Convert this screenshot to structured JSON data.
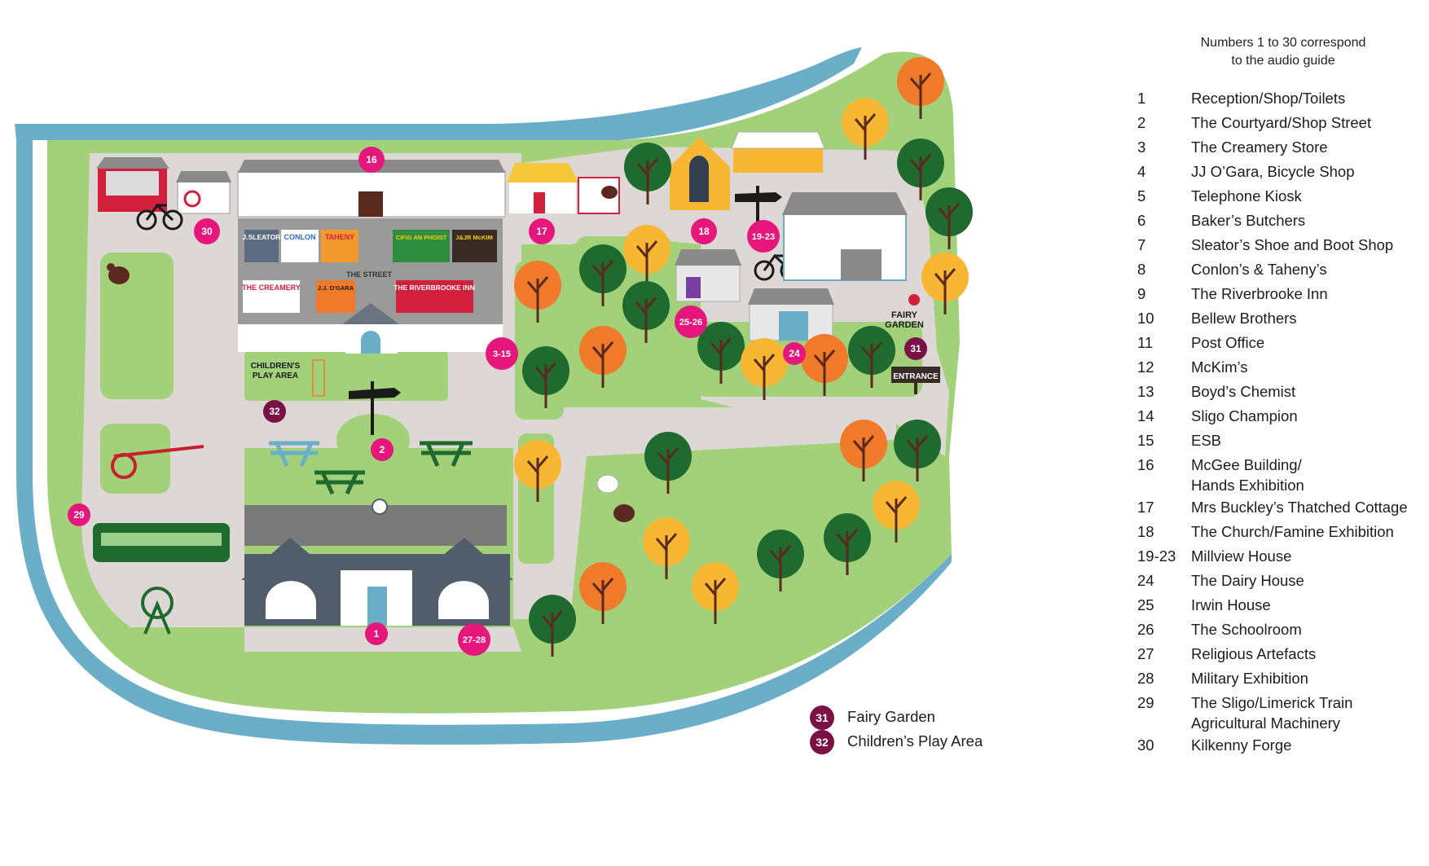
{
  "legend": {
    "note": "Numbers 1 to 30 correspond\nto the audio guide",
    "items": [
      {
        "num": "1",
        "name": "Reception/Shop/Toilets"
      },
      {
        "num": "2",
        "name": "The Courtyard/Shop Street"
      },
      {
        "num": "3",
        "name": "The Creamery Store"
      },
      {
        "num": "4",
        "name": "JJ O’Gara, Bicycle Shop"
      },
      {
        "num": "5",
        "name": "Telephone Kiosk"
      },
      {
        "num": "6",
        "name": "Baker’s Butchers"
      },
      {
        "num": "7",
        "name": "Sleator’s Shoe and Boot Shop"
      },
      {
        "num": "8",
        "name": "Conlon’s & Taheny’s"
      },
      {
        "num": "9",
        "name": "The Riverbrooke Inn"
      },
      {
        "num": "10",
        "name": "Bellew Brothers"
      },
      {
        "num": "11",
        "name": "Post Office"
      },
      {
        "num": "12",
        "name": "McKim’s"
      },
      {
        "num": "13",
        "name": "Boyd’s Chemist"
      },
      {
        "num": "14",
        "name": "Sligo Champion"
      },
      {
        "num": "15",
        "name": "ESB"
      },
      {
        "num": "16",
        "name": "McGee Building/\nHands Exhibition"
      },
      {
        "num": "17",
        "name": "Mrs Buckley’s Thatched Cottage"
      },
      {
        "num": "18",
        "name": "The Church/Famine Exhibition"
      },
      {
        "num": "19-23",
        "name": "Millview House"
      },
      {
        "num": "24",
        "name": "The Dairy House"
      },
      {
        "num": "25",
        "name": "Irwin House"
      },
      {
        "num": "26",
        "name": "The Schoolroom"
      },
      {
        "num": "27",
        "name": "Religious Artefacts"
      },
      {
        "num": "28",
        "name": "Military Exhibition"
      },
      {
        "num": "29",
        "name": "The Sligo/Limerick Train\nAgricultural Machinery"
      },
      {
        "num": "30",
        "name": "Kilkenny Forge"
      }
    ],
    "extras": [
      {
        "num": "31",
        "name": "Fairy Garden"
      },
      {
        "num": "32",
        "name": "Children’s Play Area"
      }
    ]
  },
  "map": {
    "colors": {
      "river": "#6aaec8",
      "grass": "#a3d17a",
      "path": "#ddd7d5",
      "pin": "#e6177c",
      "pin_dark": "#7a1045"
    },
    "pins": [
      {
        "label": "16",
        "style": "pink"
      },
      {
        "label": "30",
        "style": "pink"
      },
      {
        "label": "17",
        "style": "pink"
      },
      {
        "label": "18",
        "style": "pink"
      },
      {
        "label": "19-23",
        "style": "pink"
      },
      {
        "label": "25-26",
        "style": "pink"
      },
      {
        "label": "24",
        "style": "pink"
      },
      {
        "label": "3-15",
        "style": "pink"
      },
      {
        "label": "2",
        "style": "pink"
      },
      {
        "label": "29",
        "style": "pink"
      },
      {
        "label": "1",
        "style": "pink"
      },
      {
        "label": "27-28",
        "style": "pink"
      },
      {
        "label": "31",
        "style": "dark"
      },
      {
        "label": "32",
        "style": "dark"
      }
    ],
    "shop_signs": [
      "J.SLEATOR",
      "CONLON",
      "TAHENY",
      "CIFIG AN PHOIST",
      "J&JR McKIM",
      "THE CREAMERY",
      "J.J. O'GARA",
      "THE RIVERBROOKE INN"
    ],
    "street_label": "THE STREET",
    "play_area_label": "CHILDREN'S\nPLAY AREA",
    "fairy_garden_label": "FAIRY\nGARDEN",
    "entrance_label": "ENTRANCE"
  }
}
